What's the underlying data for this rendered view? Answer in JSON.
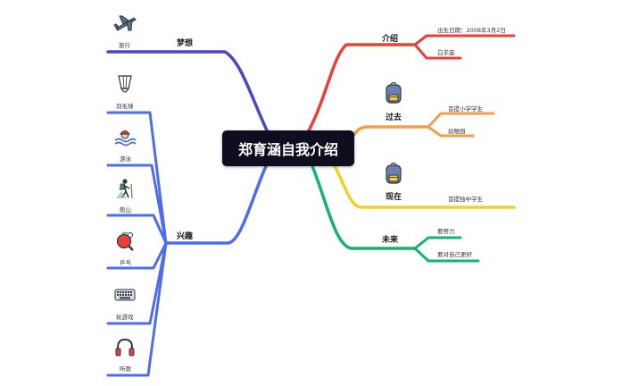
{
  "root": {
    "title": "郑育涵自我介绍"
  },
  "branches": {
    "intro": {
      "label": "介绍",
      "color": "#e8413a",
      "children": [
        "出生日期：2008年3月2日",
        "白羊座"
      ]
    },
    "past": {
      "label": "过去",
      "color": "#f0a04b",
      "children": [
        "菩提小学学生",
        "幼稚园"
      ],
      "icon": "backpack-icon"
    },
    "present": {
      "label": "现在",
      "color": "#f3cf2a",
      "children": [
        "菩提独中学生"
      ],
      "icon": "backpack-icon"
    },
    "future": {
      "label": "未来",
      "color": "#15b46e",
      "children": [
        "要努力",
        "要对自己更好"
      ]
    },
    "dream": {
      "label": "梦想",
      "color": "#4949c4",
      "children": [
        {
          "label": "旅行",
          "icon": "airplane-icon"
        }
      ]
    },
    "hobby": {
      "label": "兴趣",
      "color": "#4f6de8",
      "children": [
        {
          "label": "羽毛球",
          "icon": "shuttlecock-icon"
        },
        {
          "label": "游泳",
          "icon": "swimmer-icon"
        },
        {
          "label": "爬山",
          "icon": "hiker-icon"
        },
        {
          "label": "乒乓",
          "icon": "ping-pong-icon"
        },
        {
          "label": "玩游戏",
          "icon": "keyboard-icon"
        },
        {
          "label": "听歌",
          "icon": "headphones-icon"
        }
      ]
    }
  }
}
